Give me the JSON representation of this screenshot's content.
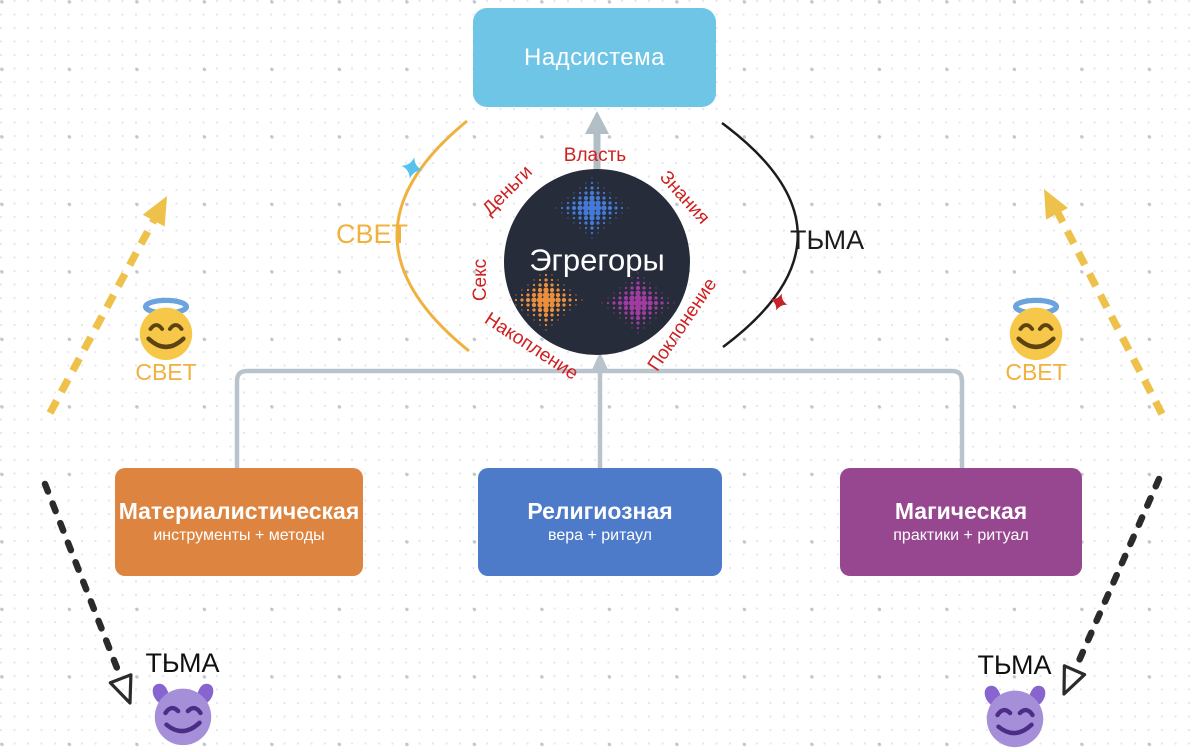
{
  "diagram": {
    "supersystem": "Надсистема",
    "core": {
      "label": "Эгрегоры",
      "attributes": {
        "top": "Власть",
        "top_left": "Деньги",
        "top_right": "Знания",
        "left": "Секс",
        "bottom_left": "Накопление",
        "bottom_right": "Поклонение"
      }
    },
    "arcs": {
      "light": "СВЕТ",
      "dark": "ТЬМА"
    },
    "branches": [
      {
        "title": "Материалистическая",
        "subtitle": "инструменты + методы",
        "color": "#dd8440"
      },
      {
        "title": "Религиозная",
        "subtitle": "вера + ритаул",
        "color": "#4d7ac9"
      },
      {
        "title": "Магическая",
        "subtitle": "практики + ритуал",
        "color": "#96478f"
      }
    ],
    "corner_labels": {
      "light": "СВЕТ",
      "dark": "ТЬМА"
    },
    "colors": {
      "supersystem": "#6ec5e5",
      "core_bg": "#262c3a",
      "attribute_text": "#cf2121",
      "light": "#f0b13e",
      "dark": "#1c1c1c",
      "connector": "#b9c3cb",
      "cluster_blue": "#4479d6",
      "cluster_orange": "#ec8f3c",
      "cluster_purple": "#a03ba0",
      "light_sparkle": "#55c3ee",
      "dark_sparkle": "#c4232a"
    }
  }
}
